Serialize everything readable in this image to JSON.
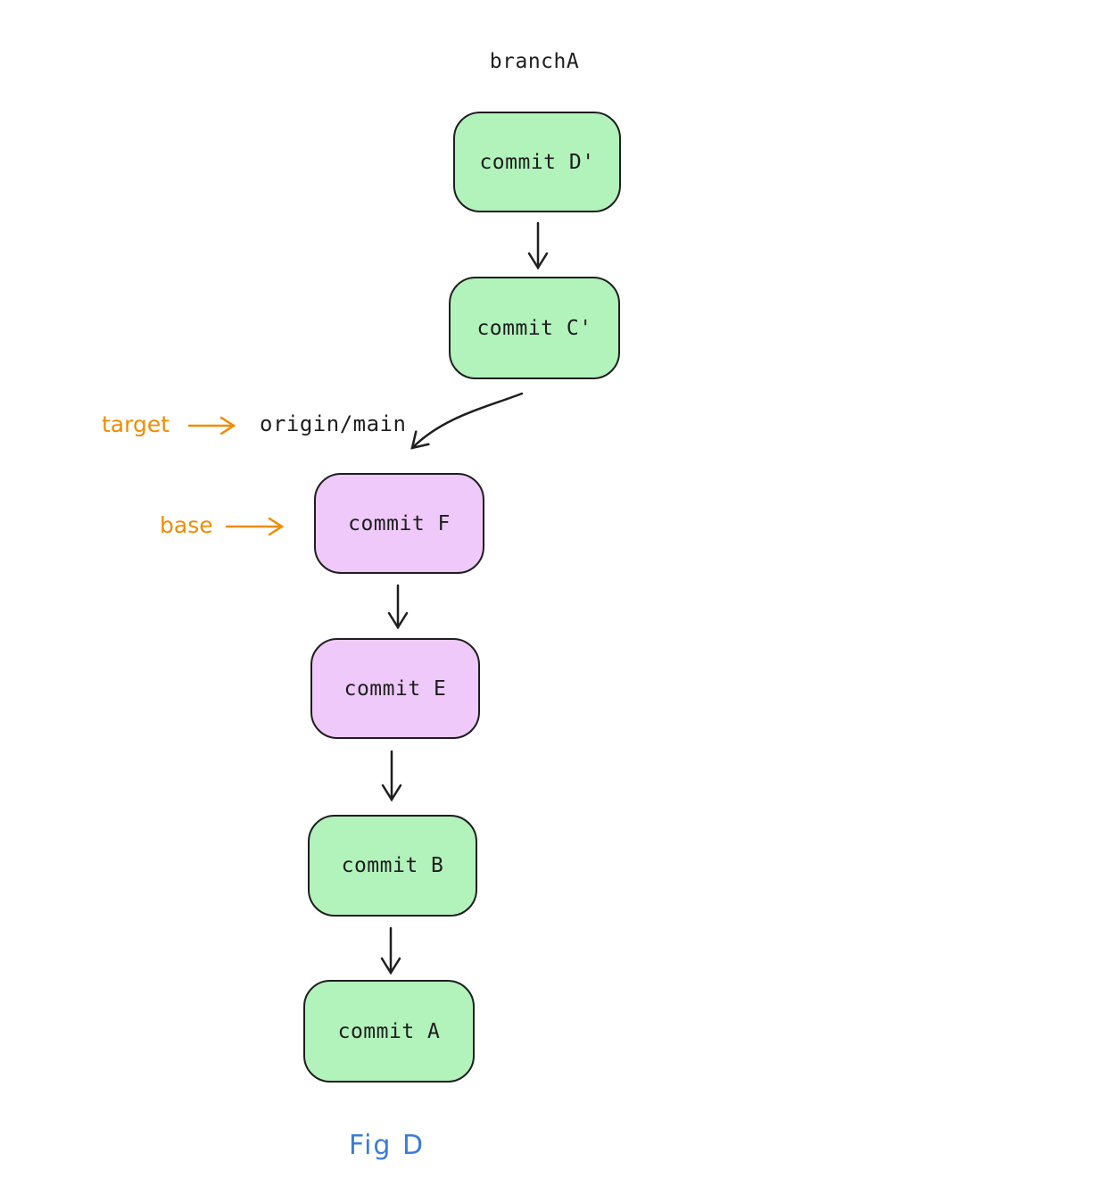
{
  "figure": {
    "title": "branchA",
    "caption": "Fig D",
    "nodes": [
      {
        "label": "commit D'",
        "color": "green"
      },
      {
        "label": "commit C'",
        "color": "green"
      },
      {
        "label": "commit F",
        "color": "purple"
      },
      {
        "label": "commit E",
        "color": "purple"
      },
      {
        "label": "commit B",
        "color": "green"
      },
      {
        "label": "commit A",
        "color": "green"
      }
    ],
    "annotations": {
      "target_label": "target",
      "target_ref": "origin/main",
      "base_label": "base"
    },
    "edges": [
      "commit D' -> commit C'",
      "commit C' -> commit F (curved, origin/main points here)",
      "commit F -> commit E",
      "commit E -> commit B",
      "commit B -> commit A"
    ],
    "colors": {
      "green": "#b2f2bb",
      "purple": "#eec9f9",
      "stroke": "#1e1e1e",
      "orange": "#f08c00",
      "blue": "#3b7cd6",
      "text": "#1e1e1e"
    }
  }
}
